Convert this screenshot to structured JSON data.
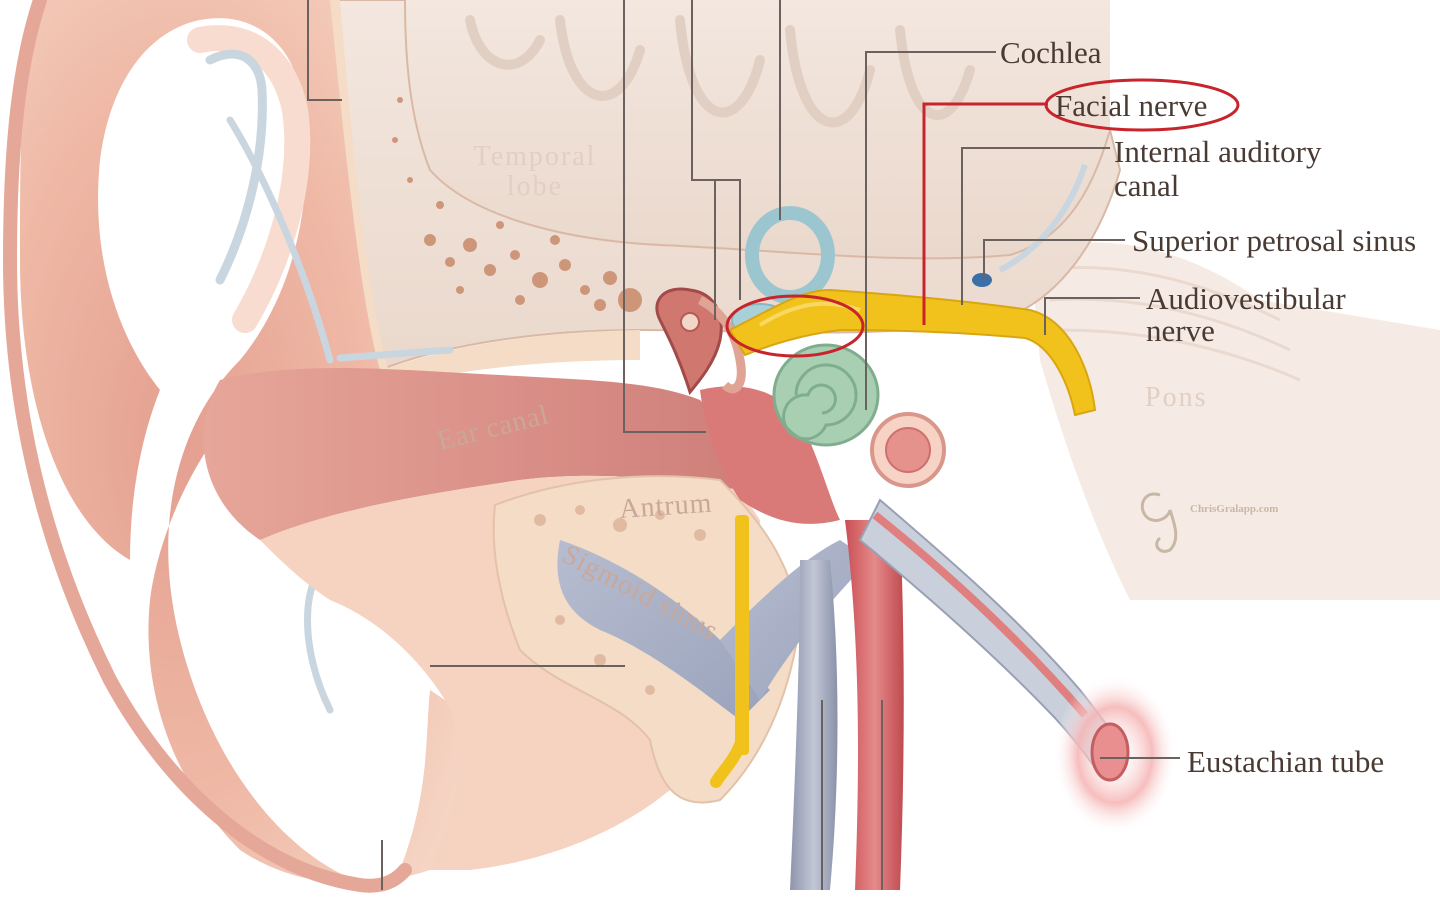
{
  "labels": {
    "cochlea": "Cochlea",
    "facial_nerve": "Facial nerve",
    "internal_auditory_canal_line1": "Internal auditory",
    "internal_auditory_canal_line2": "canal",
    "superior_petrosal_sinus": "Superior petrosal sinus",
    "audiovestibular_nerve_line1": "Audiovestibular",
    "audiovestibular_nerve_line2": "nerve",
    "eustachian_tube": "Eustachian tube"
  },
  "inner_labels": {
    "temporal_line1": "Temporal",
    "temporal_line2": "lobe",
    "ear_canal": "Ear canal",
    "pons": "Pons",
    "antrum": "Antrum",
    "sigmoid_sinus": "Sigmoid sinus"
  },
  "watermark": "ChrisGralapp.com",
  "colors": {
    "highlight": "#c8242c",
    "leader": "#6b625f",
    "nerve": "#f2c21c",
    "skin": "#f1c7b4",
    "canal": "#d98a86",
    "bone": "#f4dcc6"
  }
}
